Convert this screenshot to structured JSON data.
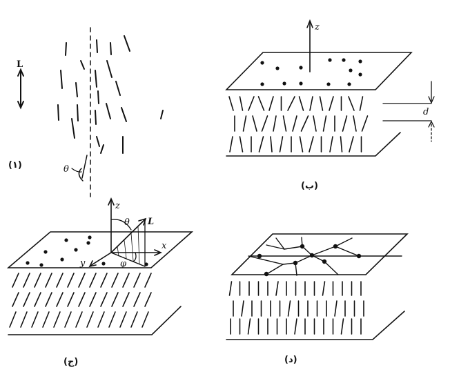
{
  "panels": {
    "a": {
      "caption": "(۱)",
      "arrow_label": "L",
      "angle_label": "θ"
    },
    "b": {
      "caption": "(ب)",
      "axis_label": "z",
      "spacing_label": "d"
    },
    "c": {
      "caption": "(ج)",
      "axis_z": "z",
      "axis_x": "x",
      "axis_y": "y",
      "vector_label": "L",
      "theta_label": "θ",
      "phi_label": "φ"
    },
    "d": {
      "caption": "(د)"
    }
  },
  "colors": {
    "ink": "#111111",
    "paper": "#ffffff"
  }
}
